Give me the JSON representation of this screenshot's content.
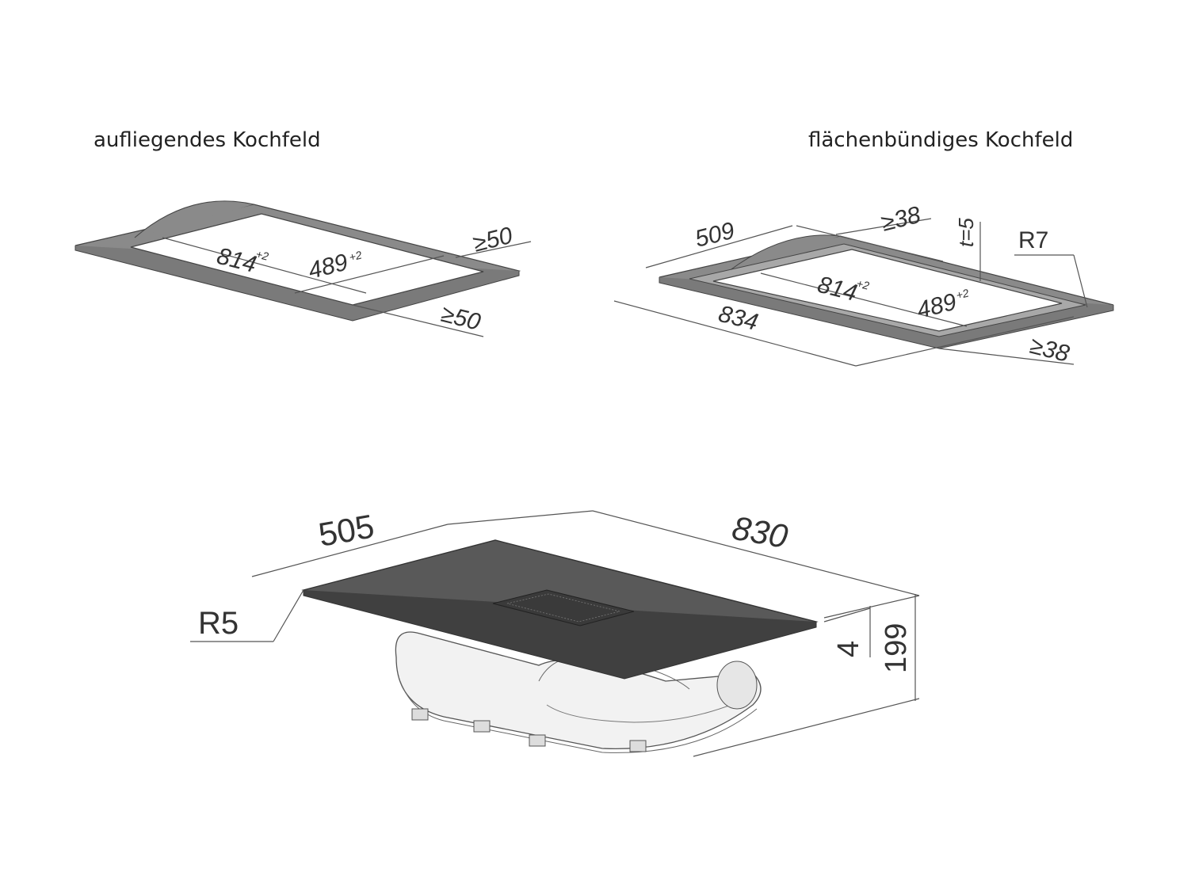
{
  "labels": {
    "left_title": "aufliegendes Kochfeld",
    "right_title": "flächenbündiges Kochfeld"
  },
  "left_cutout": {
    "len": "814",
    "len_tol": "+2",
    "wid": "489",
    "wid_tol": "+2",
    "margin_a": "≥50",
    "margin_b": "≥50"
  },
  "right_cutout": {
    "top_len": "509",
    "top_margin": "≥38",
    "thickness": "t=5",
    "radius": "R7",
    "len": "814",
    "len_tol": "+2",
    "wid": "489",
    "wid_tol": "+2",
    "bottom_len": "834",
    "bottom_margin": "≥38"
  },
  "hob": {
    "depth": "505",
    "width": "830",
    "radius": "R5",
    "glass": "4",
    "height": "199"
  },
  "colors": {
    "frame": "#8a8a8a",
    "glass": "#595959",
    "line": "#555555"
  }
}
